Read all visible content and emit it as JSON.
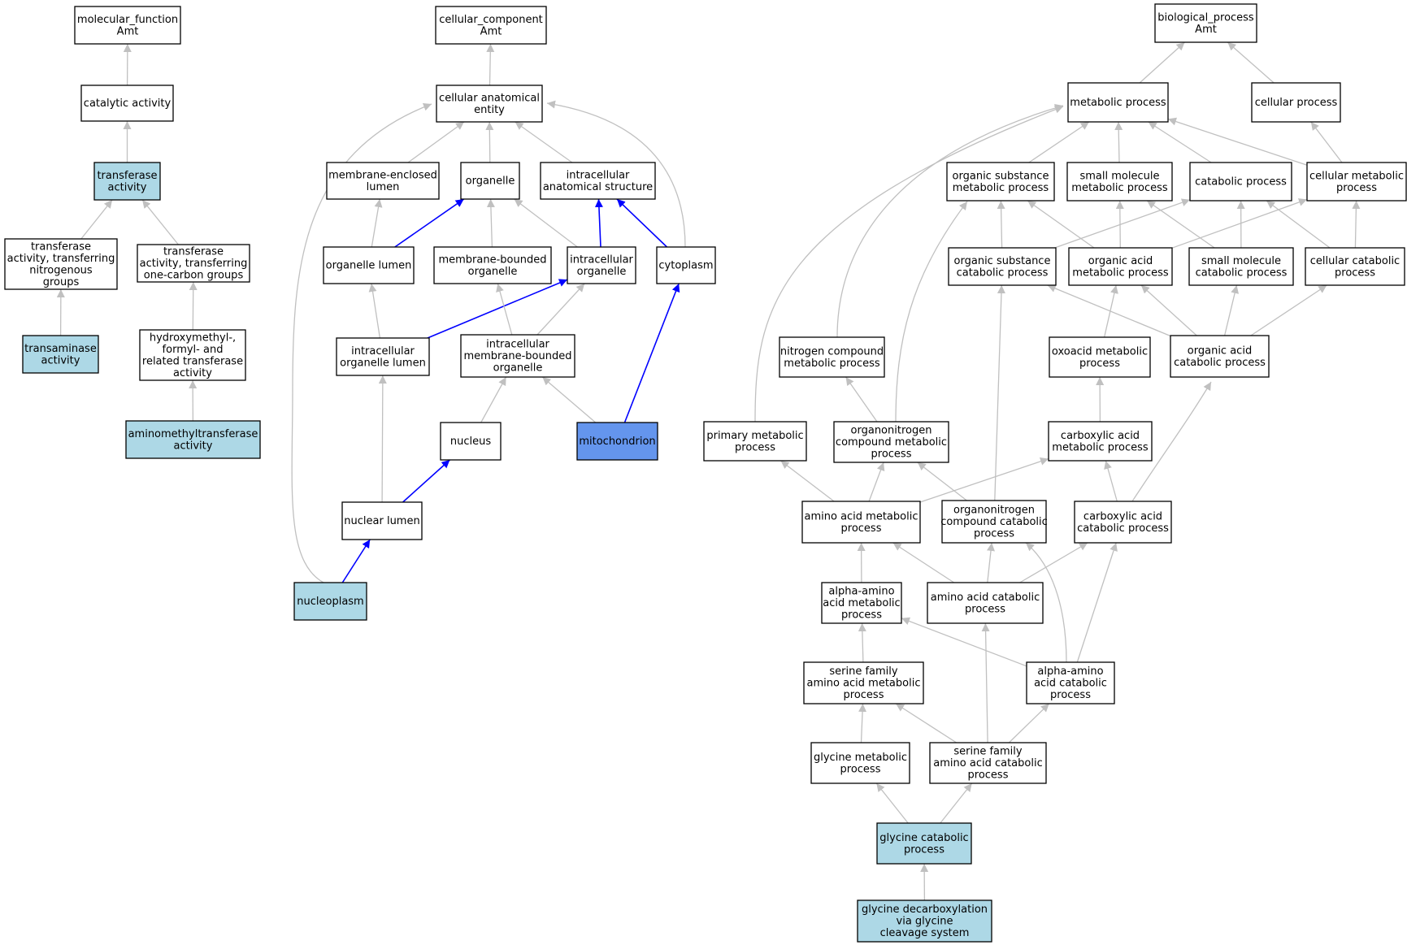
{
  "colors": {
    "default_fill": "#ffffff",
    "annotated_fill": "#add8e6",
    "focus_fill": "#6495ed",
    "edge_gray": "#c0c0c0",
    "edge_blue": "#0000ff"
  },
  "nodes": {
    "mf_root": {
      "lines": [
        "molecular_function",
        "Amt"
      ],
      "fill": "default"
    },
    "catalytic": {
      "lines": [
        "catalytic activity"
      ],
      "fill": "default"
    },
    "transferase": {
      "lines": [
        "transferase",
        "activity"
      ],
      "fill": "annotated"
    },
    "tr_nitro": {
      "lines": [
        "transferase",
        "activity, transferring",
        "nitrogenous",
        "groups"
      ],
      "fill": "default"
    },
    "tr_onec": {
      "lines": [
        "transferase",
        "activity, transferring",
        "one-carbon groups"
      ],
      "fill": "default"
    },
    "transaminase": {
      "lines": [
        "transaminase",
        "activity"
      ],
      "fill": "annotated"
    },
    "hydroxymethyl": {
      "lines": [
        "hydroxymethyl-,",
        "formyl- and",
        "related transferase",
        "activity"
      ],
      "fill": "default"
    },
    "aminomethyl": {
      "lines": [
        "aminomethyltransferase",
        "activity"
      ],
      "fill": "annotated"
    },
    "cc_root": {
      "lines": [
        "cellular_component",
        "Amt"
      ],
      "fill": "default"
    },
    "cae": {
      "lines": [
        "cellular anatomical",
        "entity"
      ],
      "fill": "default"
    },
    "mem_lumen": {
      "lines": [
        "membrane-enclosed",
        "lumen"
      ],
      "fill": "default"
    },
    "organelle": {
      "lines": [
        "organelle"
      ],
      "fill": "default"
    },
    "ias": {
      "lines": [
        "intracellular",
        "anatomical structure"
      ],
      "fill": "default"
    },
    "org_lumen": {
      "lines": [
        "organelle lumen"
      ],
      "fill": "default"
    },
    "mbo": {
      "lines": [
        "membrane-bounded",
        "organelle"
      ],
      "fill": "default"
    },
    "io": {
      "lines": [
        "intracellular",
        "organelle"
      ],
      "fill": "default"
    },
    "cytoplasm": {
      "lines": [
        "cytoplasm"
      ],
      "fill": "default"
    },
    "iol": {
      "lines": [
        "intracellular",
        "organelle lumen"
      ],
      "fill": "default"
    },
    "imbo": {
      "lines": [
        "intracellular",
        "membrane-bounded",
        "organelle"
      ],
      "fill": "default"
    },
    "nucleus": {
      "lines": [
        "nucleus"
      ],
      "fill": "default"
    },
    "mito": {
      "lines": [
        "mitochondrion"
      ],
      "fill": "focus"
    },
    "nuc_lumen": {
      "lines": [
        "nuclear lumen"
      ],
      "fill": "default"
    },
    "nucleoplasm": {
      "lines": [
        "nucleoplasm"
      ],
      "fill": "annotated"
    },
    "bp_root": {
      "lines": [
        "biological_process",
        "Amt"
      ],
      "fill": "default"
    },
    "metabolic": {
      "lines": [
        "metabolic process"
      ],
      "fill": "default"
    },
    "cellular_proc": {
      "lines": [
        "cellular process"
      ],
      "fill": "default"
    },
    "osmp": {
      "lines": [
        "organic substance",
        "metabolic process"
      ],
      "fill": "default"
    },
    "smmp": {
      "lines": [
        "small molecule",
        "metabolic process"
      ],
      "fill": "default"
    },
    "catabolic": {
      "lines": [
        "catabolic process"
      ],
      "fill": "default"
    },
    "cmp": {
      "lines": [
        "cellular metabolic",
        "process"
      ],
      "fill": "default"
    },
    "oscp": {
      "lines": [
        "organic substance",
        "catabolic process"
      ],
      "fill": "default"
    },
    "oamp": {
      "lines": [
        "organic acid",
        "metabolic process"
      ],
      "fill": "default"
    },
    "smcp": {
      "lines": [
        "small molecule",
        "catabolic process"
      ],
      "fill": "default"
    },
    "ccp": {
      "lines": [
        "cellular catabolic",
        "process"
      ],
      "fill": "default"
    },
    "ncmp": {
      "lines": [
        "nitrogen compound",
        "metabolic process"
      ],
      "fill": "default"
    },
    "oxoacid": {
      "lines": [
        "oxoacid metabolic",
        "process"
      ],
      "fill": "default"
    },
    "oacp": {
      "lines": [
        "organic acid",
        "catabolic process"
      ],
      "fill": "default"
    },
    "pmp": {
      "lines": [
        "primary metabolic",
        "process"
      ],
      "fill": "default"
    },
    "oncmp": {
      "lines": [
        "organonitrogen",
        "compound metabolic",
        "process"
      ],
      "fill": "default"
    },
    "camp": {
      "lines": [
        "carboxylic acid",
        "metabolic process"
      ],
      "fill": "default"
    },
    "aamp": {
      "lines": [
        "amino acid metabolic",
        "process"
      ],
      "fill": "default"
    },
    "onccp": {
      "lines": [
        "organonitrogen",
        "compound catabolic",
        "process"
      ],
      "fill": "default"
    },
    "cacp": {
      "lines": [
        "carboxylic acid",
        "catabolic process"
      ],
      "fill": "default"
    },
    "alpha_mp": {
      "lines": [
        "alpha-amino",
        "acid metabolic",
        "process"
      ],
      "fill": "default"
    },
    "aacp": {
      "lines": [
        "amino acid catabolic",
        "process"
      ],
      "fill": "default"
    },
    "sfmp": {
      "lines": [
        "serine family",
        "amino acid metabolic",
        "process"
      ],
      "fill": "default"
    },
    "alpha_cp": {
      "lines": [
        "alpha-amino",
        "acid catabolic",
        "process"
      ],
      "fill": "default"
    },
    "glymp": {
      "lines": [
        "glycine metabolic",
        "process"
      ],
      "fill": "default"
    },
    "sfcp": {
      "lines": [
        "serine family",
        "amino acid catabolic",
        "process"
      ],
      "fill": "default"
    },
    "glycp": {
      "lines": [
        "glycine catabolic",
        "process"
      ],
      "fill": "annotated"
    },
    "glydecarb": {
      "lines": [
        "glycine decarboxylation",
        "via glycine",
        "cleavage system"
      ],
      "fill": "annotated"
    }
  },
  "edges": [
    {
      "from": "catalytic",
      "to": "mf_root",
      "color": "gray"
    },
    {
      "from": "transferase",
      "to": "catalytic",
      "color": "gray"
    },
    {
      "from": "tr_nitro",
      "to": "transferase",
      "color": "gray"
    },
    {
      "from": "tr_onec",
      "to": "transferase",
      "color": "gray"
    },
    {
      "from": "transaminase",
      "to": "tr_nitro",
      "color": "gray"
    },
    {
      "from": "hydroxymethyl",
      "to": "tr_onec",
      "color": "gray"
    },
    {
      "from": "aminomethyl",
      "to": "hydroxymethyl",
      "color": "gray"
    },
    {
      "from": "cae",
      "to": "cc_root",
      "color": "gray"
    },
    {
      "from": "mem_lumen",
      "to": "cae",
      "color": "gray"
    },
    {
      "from": "organelle",
      "to": "cae",
      "color": "gray"
    },
    {
      "from": "ias",
      "to": "cae",
      "color": "gray"
    },
    {
      "from": "cytoplasm",
      "to": "cae",
      "color": "gray",
      "curve": "cyto"
    },
    {
      "from": "nucleoplasm",
      "to": "cae",
      "color": "gray",
      "curve": "nucleoplasm"
    },
    {
      "from": "org_lumen",
      "to": "mem_lumen",
      "color": "gray"
    },
    {
      "from": "org_lumen",
      "to": "organelle",
      "color": "blue"
    },
    {
      "from": "mbo",
      "to": "organelle",
      "color": "gray"
    },
    {
      "from": "io",
      "to": "organelle",
      "color": "gray"
    },
    {
      "from": "io",
      "to": "ias",
      "color": "blue"
    },
    {
      "from": "cytoplasm",
      "to": "ias",
      "color": "blue"
    },
    {
      "from": "iol",
      "to": "org_lumen",
      "color": "gray"
    },
    {
      "from": "iol",
      "to": "io",
      "color": "blue"
    },
    {
      "from": "imbo",
      "to": "mbo",
      "color": "gray"
    },
    {
      "from": "imbo",
      "to": "io",
      "color": "gray"
    },
    {
      "from": "nucleus",
      "to": "imbo",
      "color": "gray"
    },
    {
      "from": "mito",
      "to": "imbo",
      "color": "gray"
    },
    {
      "from": "mito",
      "to": "cytoplasm",
      "color": "blue"
    },
    {
      "from": "nuc_lumen",
      "to": "iol",
      "color": "gray"
    },
    {
      "from": "nuc_lumen",
      "to": "nucleus",
      "color": "blue"
    },
    {
      "from": "nucleoplasm",
      "to": "nuc_lumen",
      "color": "blue"
    },
    {
      "from": "metabolic",
      "to": "bp_root",
      "color": "gray"
    },
    {
      "from": "cellular_proc",
      "to": "bp_root",
      "color": "gray"
    },
    {
      "from": "osmp",
      "to": "metabolic",
      "color": "gray"
    },
    {
      "from": "smmp",
      "to": "metabolic",
      "color": "gray"
    },
    {
      "from": "catabolic",
      "to": "metabolic",
      "color": "gray"
    },
    {
      "from": "cmp",
      "to": "metabolic",
      "color": "gray"
    },
    {
      "from": "cmp",
      "to": "cellular_proc",
      "color": "gray"
    },
    {
      "from": "ncmp",
      "to": "metabolic",
      "color": "gray",
      "curve": "ncmp"
    },
    {
      "from": "pmp",
      "to": "metabolic",
      "color": "gray",
      "curve": "pmp"
    },
    {
      "from": "oscp",
      "to": "osmp",
      "color": "gray"
    },
    {
      "from": "oscp",
      "to": "catabolic",
      "color": "gray"
    },
    {
      "from": "oamp",
      "to": "osmp",
      "color": "gray"
    },
    {
      "from": "oamp",
      "to": "smmp",
      "color": "gray"
    },
    {
      "from": "oamp",
      "to": "cmp",
      "color": "gray"
    },
    {
      "from": "smcp",
      "to": "smmp",
      "color": "gray"
    },
    {
      "from": "smcp",
      "to": "catabolic",
      "color": "gray"
    },
    {
      "from": "ccp",
      "to": "catabolic",
      "color": "gray"
    },
    {
      "from": "ccp",
      "to": "cmp",
      "color": "gray"
    },
    {
      "from": "oxoacid",
      "to": "oamp",
      "color": "gray"
    },
    {
      "from": "oacp",
      "to": "oscp",
      "color": "gray"
    },
    {
      "from": "oacp",
      "to": "oamp",
      "color": "gray"
    },
    {
      "from": "oacp",
      "to": "smcp",
      "color": "gray"
    },
    {
      "from": "oacp",
      "to": "ccp",
      "color": "gray"
    },
    {
      "from": "oncmp",
      "to": "ncmp",
      "color": "gray"
    },
    {
      "from": "oncmp",
      "to": "osmp",
      "color": "gray",
      "curve": "oncmp"
    },
    {
      "from": "camp",
      "to": "oxoacid",
      "color": "gray"
    },
    {
      "from": "aamp",
      "to": "pmp",
      "color": "gray"
    },
    {
      "from": "aamp",
      "to": "oncmp",
      "color": "gray"
    },
    {
      "from": "aamp",
      "to": "camp",
      "color": "gray"
    },
    {
      "from": "onccp",
      "to": "oncmp",
      "color": "gray"
    },
    {
      "from": "onccp",
      "to": "oscp",
      "color": "gray"
    },
    {
      "from": "cacp",
      "to": "camp",
      "color": "gray"
    },
    {
      "from": "cacp",
      "to": "oacp",
      "color": "gray",
      "curve": "cacp"
    },
    {
      "from": "alpha_mp",
      "to": "aamp",
      "color": "gray"
    },
    {
      "from": "aacp",
      "to": "aamp",
      "color": "gray"
    },
    {
      "from": "aacp",
      "to": "onccp",
      "color": "gray"
    },
    {
      "from": "aacp",
      "to": "cacp",
      "color": "gray"
    },
    {
      "from": "sfmp",
      "to": "alpha_mp",
      "color": "gray"
    },
    {
      "from": "alpha_cp",
      "to": "alpha_mp",
      "color": "gray"
    },
    {
      "from": "alpha_cp",
      "to": "onccp",
      "color": "gray",
      "curve": "alphacp_onccp"
    },
    {
      "from": "alpha_cp",
      "to": "cacp",
      "color": "gray"
    },
    {
      "from": "glymp",
      "to": "sfmp",
      "color": "gray"
    },
    {
      "from": "sfcp",
      "to": "sfmp",
      "color": "gray"
    },
    {
      "from": "sfcp",
      "to": "aacp",
      "color": "gray"
    },
    {
      "from": "sfcp",
      "to": "alpha_cp",
      "color": "gray"
    },
    {
      "from": "glycp",
      "to": "glymp",
      "color": "gray"
    },
    {
      "from": "glycp",
      "to": "sfcp",
      "color": "gray"
    },
    {
      "from": "glydecarb",
      "to": "glycp",
      "color": "gray"
    }
  ]
}
